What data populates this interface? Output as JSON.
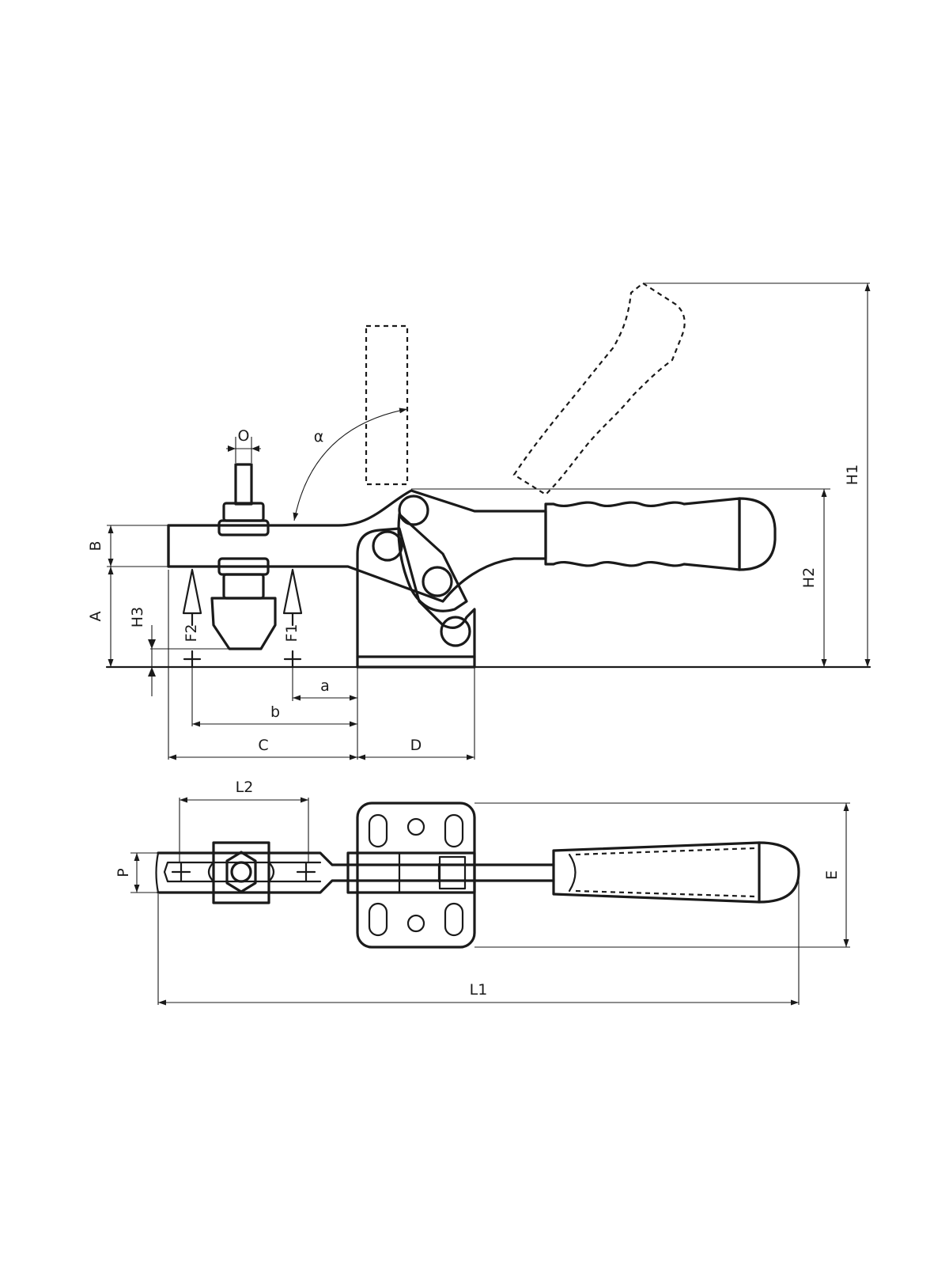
{
  "side_view": {
    "labels": {
      "O": "O",
      "alpha": "α",
      "B": "B",
      "A": "A",
      "H3": "H3",
      "F2": "F2",
      "F1": "F1",
      "H1": "H1",
      "H2": "H2",
      "a": "a",
      "b": "b",
      "C": "C",
      "D": "D"
    }
  },
  "top_view": {
    "labels": {
      "L2": "L2",
      "P": "P",
      "E": "E",
      "L1": "L1"
    }
  },
  "colors": {
    "line": "#1a1a1a",
    "background": "#ffffff"
  }
}
